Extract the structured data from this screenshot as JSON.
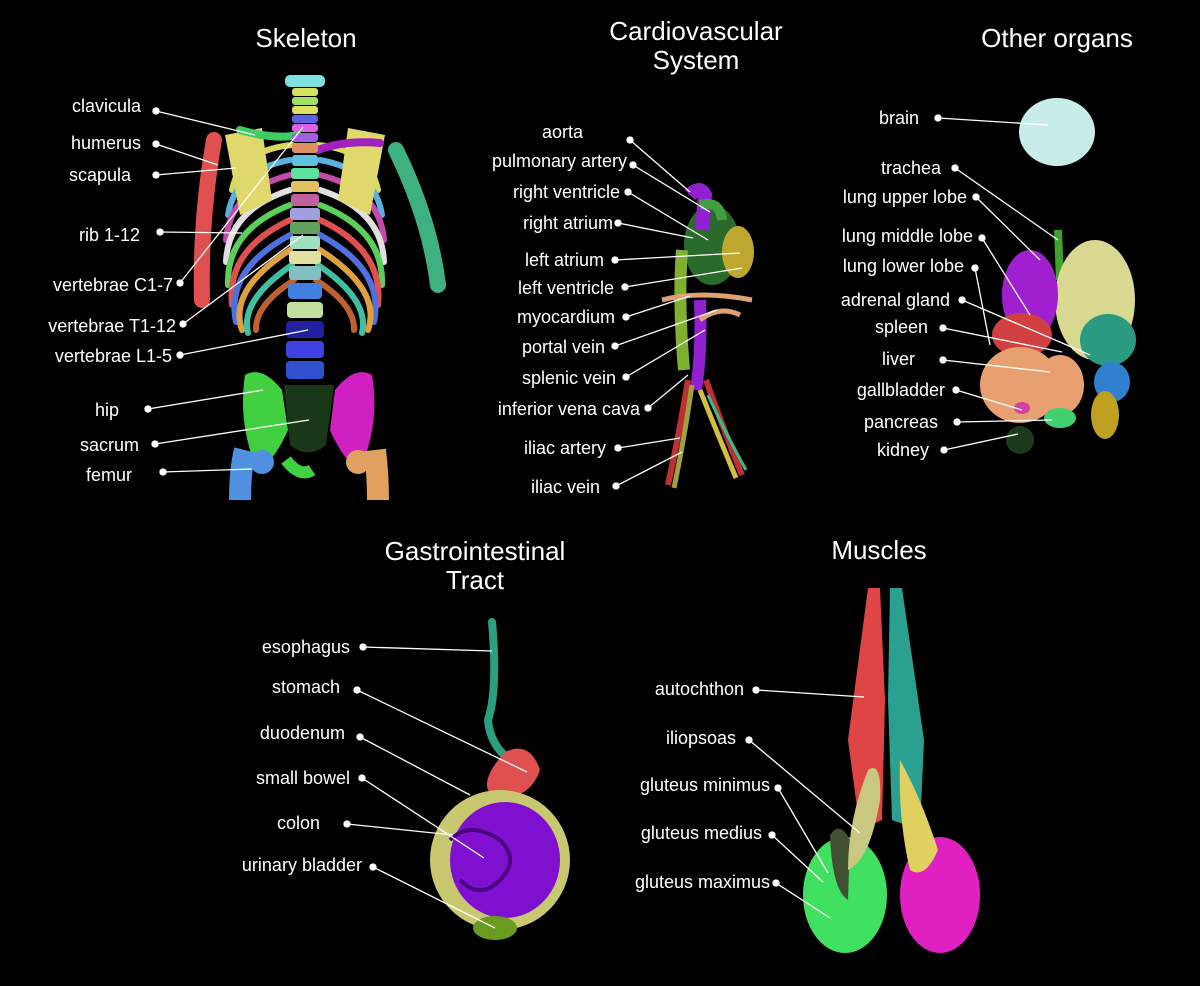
{
  "panels": {
    "skeleton": {
      "title": "Skeleton",
      "labels": [
        "clavicula",
        "humerus",
        "scapula",
        "rib 1-12",
        "vertebrae C1-7",
        "vertebrae T1-12",
        "vertebrae L1-5",
        "hip",
        "sacrum",
        "femur"
      ]
    },
    "cardio": {
      "title_line1": "Cardiovascular",
      "title_line2": "System",
      "labels": [
        "aorta",
        "pulmonary artery",
        "right ventricle",
        "right atrium",
        "left atrium",
        "left ventricle",
        "myocardium",
        "portal vein",
        "splenic vein",
        "inferior vena cava",
        "iliac artery",
        "iliac vein"
      ]
    },
    "organs": {
      "title": "Other organs",
      "labels": [
        "brain",
        "trachea",
        "lung upper lobe",
        "lung middle lobe",
        "lung lower lobe",
        "adrenal gland",
        "spleen",
        "liver",
        "gallbladder",
        "pancreas",
        "kidney"
      ]
    },
    "gi": {
      "title_line1": "Gastrointestinal",
      "title_line2": "Tract",
      "labels": [
        "esophagus",
        "stomach",
        "duodenum",
        "small bowel",
        "colon",
        "urinary bladder"
      ]
    },
    "muscles": {
      "title": "Muscles",
      "labels": [
        "autochthon",
        "iliopsoas",
        "gluteus minimus",
        "gluteus medius",
        "gluteus maximus"
      ]
    }
  }
}
